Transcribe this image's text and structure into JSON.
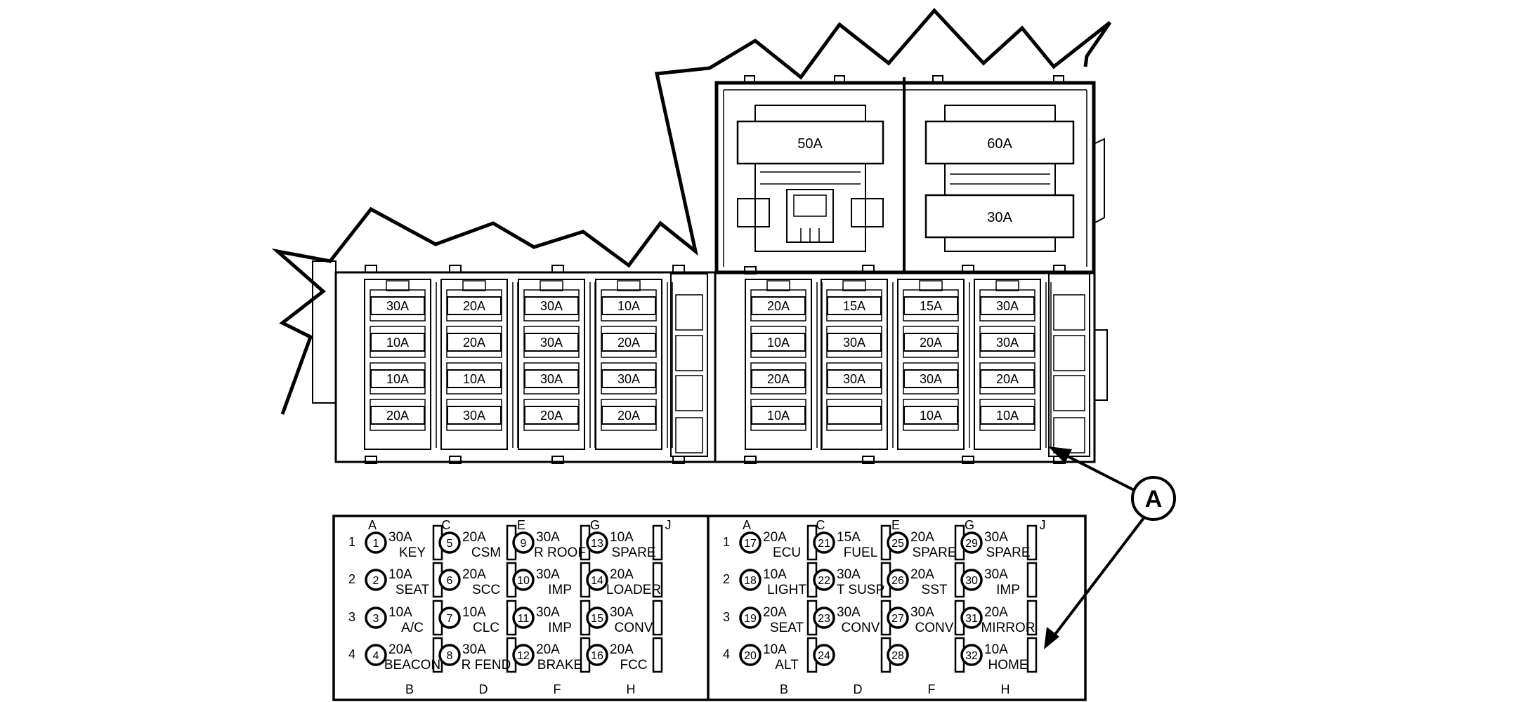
{
  "callout": {
    "label": "A"
  },
  "maxi_fuses": [
    "50A",
    "60A",
    "30A"
  ],
  "panel_left": [
    [
      "30A",
      "20A",
      "30A",
      "10A"
    ],
    [
      "10A",
      "20A",
      "30A",
      "20A"
    ],
    [
      "10A",
      "10A",
      "30A",
      "30A"
    ],
    [
      "20A",
      "30A",
      "20A",
      "20A"
    ]
  ],
  "panel_right": [
    [
      "20A",
      "15A",
      "15A",
      "30A"
    ],
    [
      "10A",
      "30A",
      "20A",
      "30A"
    ],
    [
      "20A",
      "30A",
      "30A",
      "20A"
    ],
    [
      "10A",
      "",
      "10A",
      "10A"
    ]
  ],
  "chart_left": {
    "top_letters": [
      "A",
      "C",
      "E",
      "G",
      "J"
    ],
    "bottom_letters": [
      "B",
      "D",
      "F",
      "H"
    ],
    "rows": [
      "1",
      "2",
      "3",
      "4"
    ],
    "fuses": [
      {
        "num": "1",
        "amp": "30A",
        "name": "KEY"
      },
      {
        "num": "2",
        "amp": "10A",
        "name": "SEAT"
      },
      {
        "num": "3",
        "amp": "10A",
        "name": "A/C"
      },
      {
        "num": "4",
        "amp": "20A",
        "name": "BEACON"
      },
      {
        "num": "5",
        "amp": "20A",
        "name": "CSM"
      },
      {
        "num": "6",
        "amp": "20A",
        "name": "SCC"
      },
      {
        "num": "7",
        "amp": "10A",
        "name": "CLC"
      },
      {
        "num": "8",
        "amp": "30A",
        "name": "R FEND"
      },
      {
        "num": "9",
        "amp": "30A",
        "name": "R ROOF"
      },
      {
        "num": "10",
        "amp": "30A",
        "name": "IMP"
      },
      {
        "num": "11",
        "amp": "30A",
        "name": "IMP"
      },
      {
        "num": "12",
        "amp": "20A",
        "name": "BRAKE"
      },
      {
        "num": "13",
        "amp": "10A",
        "name": "SPARE"
      },
      {
        "num": "14",
        "amp": "20A",
        "name": "LOADER"
      },
      {
        "num": "15",
        "amp": "30A",
        "name": "CONV"
      },
      {
        "num": "16",
        "amp": "20A",
        "name": "FCC"
      }
    ]
  },
  "chart_right": {
    "top_letters": [
      "A",
      "C",
      "E",
      "G",
      "J"
    ],
    "bottom_letters": [
      "B",
      "D",
      "F",
      "H"
    ],
    "rows": [
      "1",
      "2",
      "3",
      "4"
    ],
    "fuses": [
      {
        "num": "17",
        "amp": "20A",
        "name": "ECU"
      },
      {
        "num": "18",
        "amp": "10A",
        "name": "LIGHT"
      },
      {
        "num": "19",
        "amp": "20A",
        "name": "SEAT"
      },
      {
        "num": "20",
        "amp": "10A",
        "name": "ALT"
      },
      {
        "num": "21",
        "amp": "15A",
        "name": "FUEL"
      },
      {
        "num": "22",
        "amp": "30A",
        "name": "T SUSP"
      },
      {
        "num": "23",
        "amp": "30A",
        "name": "CONV"
      },
      {
        "num": "24",
        "amp": "",
        "name": ""
      },
      {
        "num": "25",
        "amp": "20A",
        "name": "SPARE"
      },
      {
        "num": "26",
        "amp": "20A",
        "name": "SST"
      },
      {
        "num": "27",
        "amp": "30A",
        "name": "CONV"
      },
      {
        "num": "28",
        "amp": "",
        "name": ""
      },
      {
        "num": "29",
        "amp": "30A",
        "name": "SPARE"
      },
      {
        "num": "30",
        "amp": "30A",
        "name": "IMP"
      },
      {
        "num": "31",
        "amp": "20A",
        "name": "MIRROR"
      },
      {
        "num": "32",
        "amp": "10A",
        "name": "HOME"
      }
    ]
  }
}
